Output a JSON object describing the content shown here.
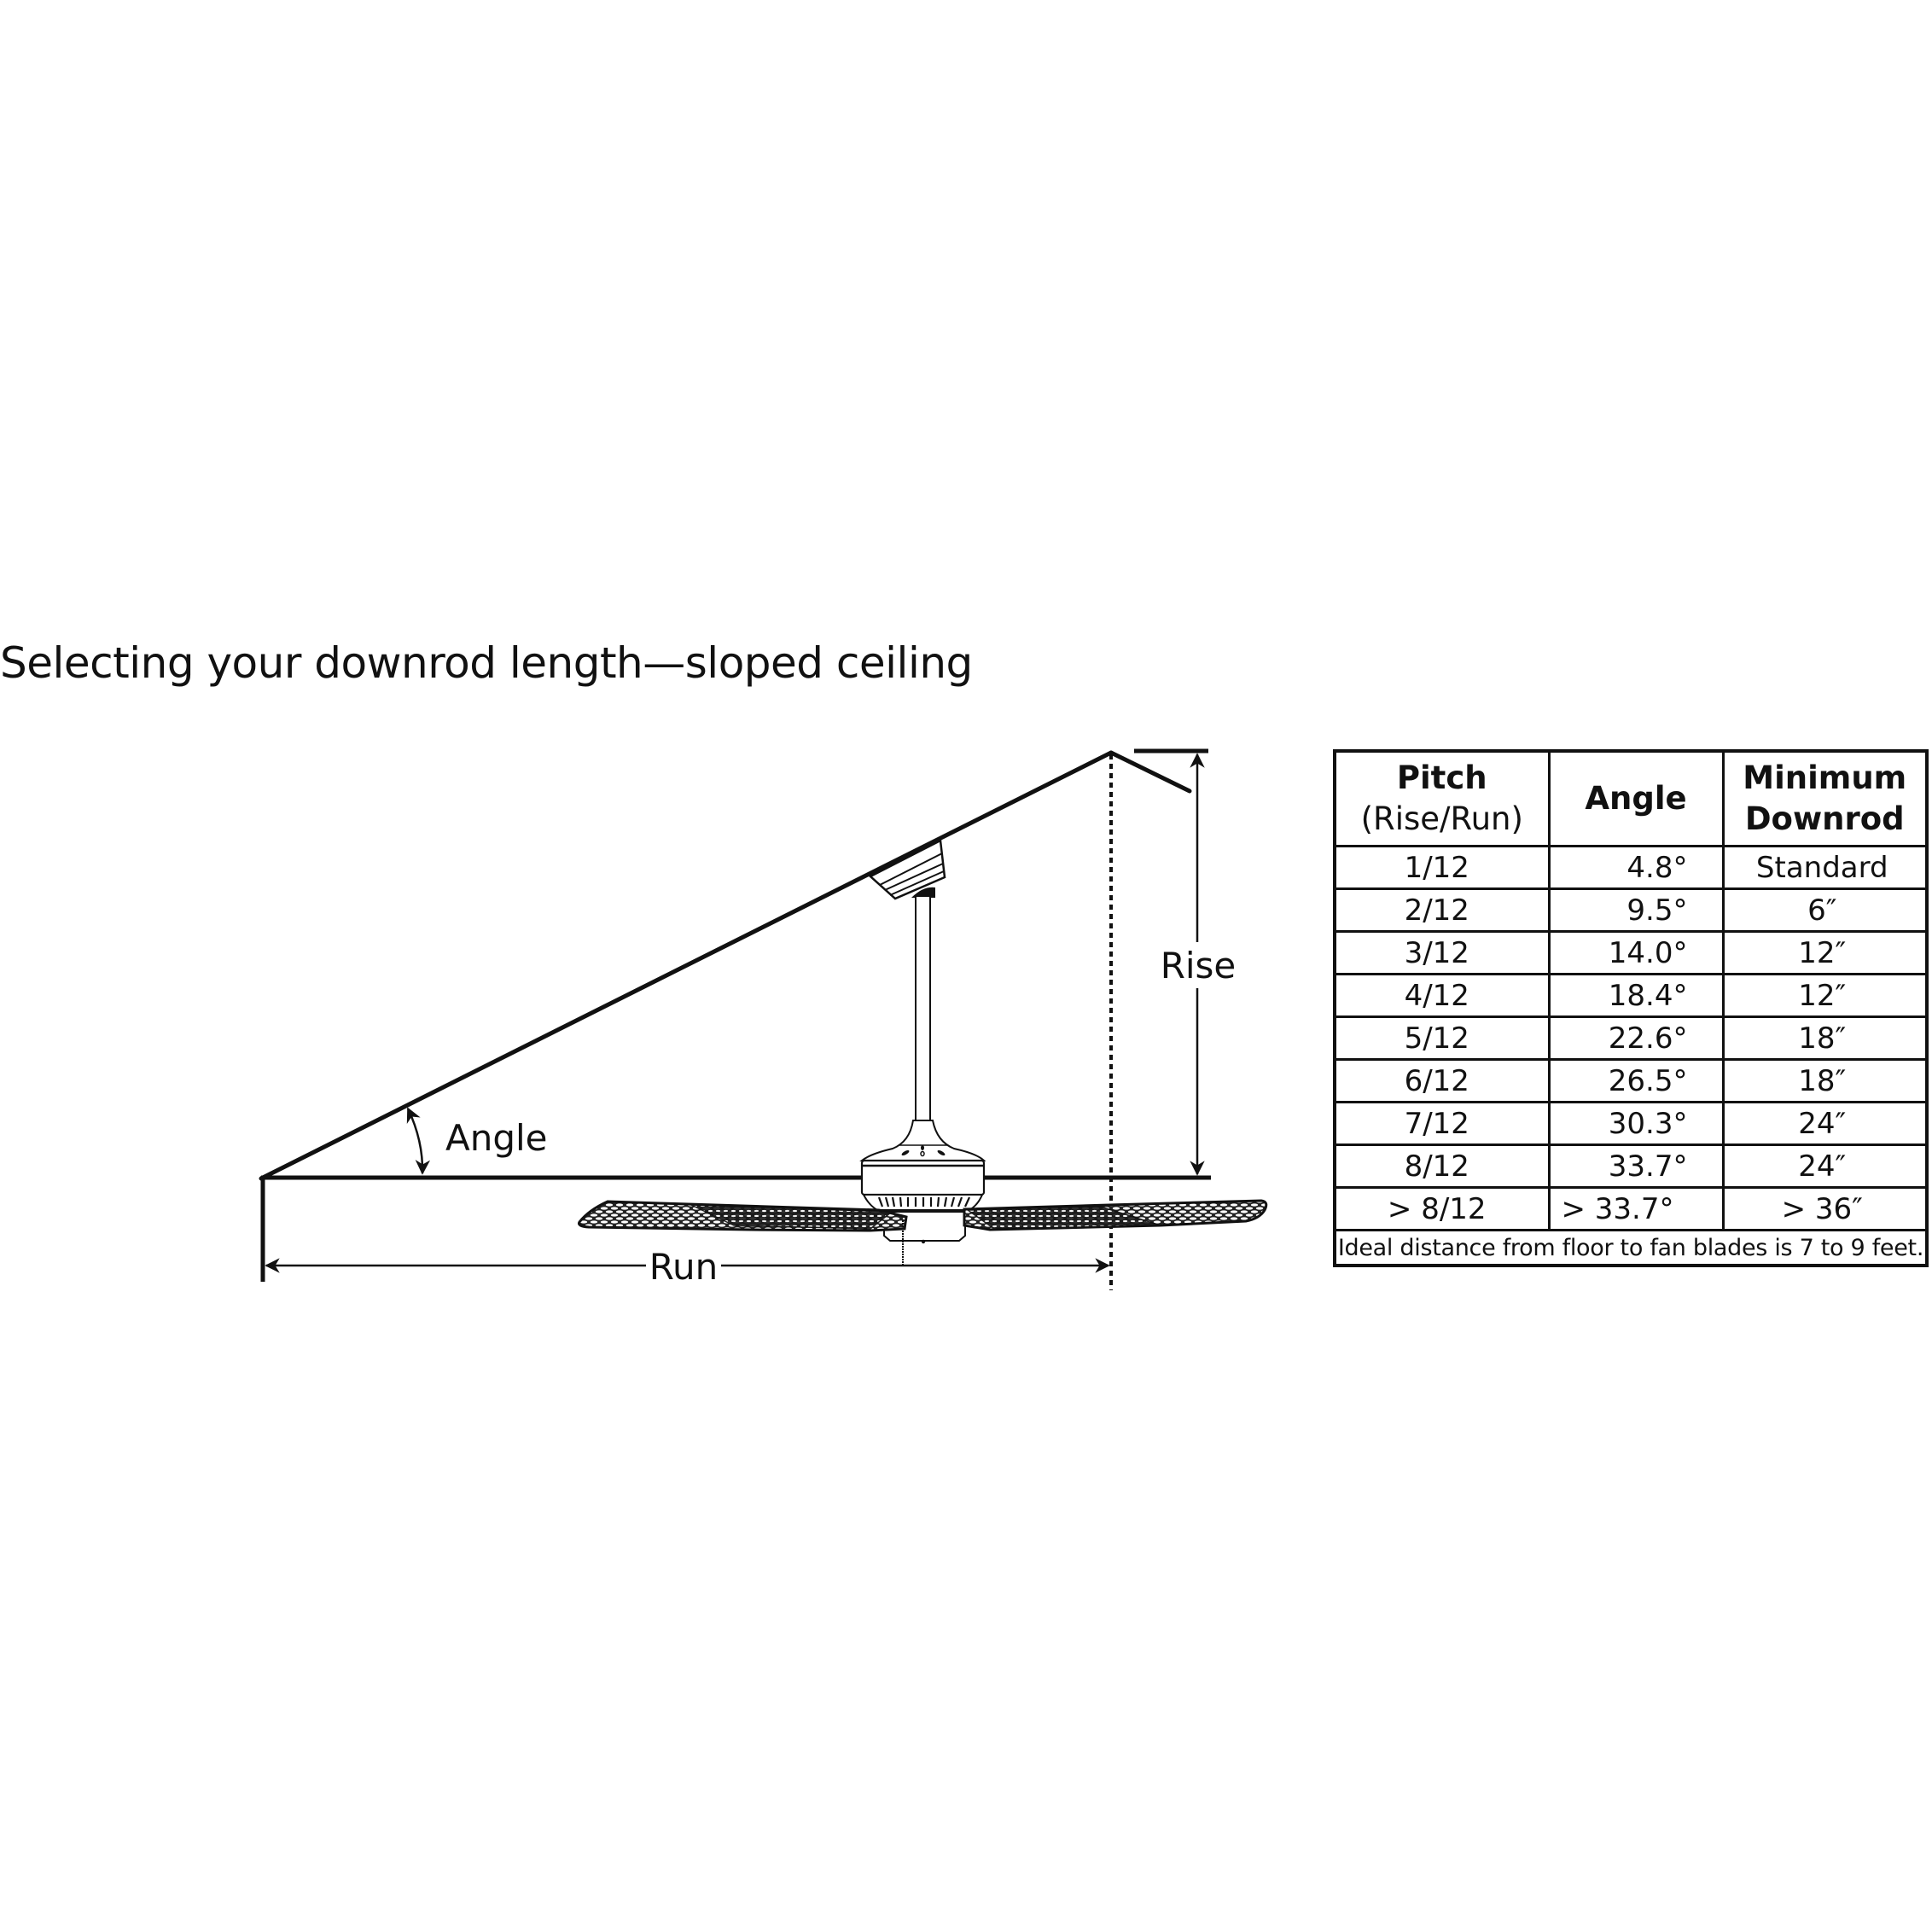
{
  "title": "Selecting your downrod length—sloped ceiling",
  "diagram": {
    "labels": {
      "angle": "Angle",
      "rise": "Rise",
      "run": "Run"
    },
    "colors": {
      "line": "#111111",
      "background": "#ffffff"
    },
    "illustration": "ceiling fan mounted on sloped ceiling with downrod"
  },
  "table": {
    "headers": {
      "pitch_line1": "Pitch",
      "pitch_line2": "(Rise/Run)",
      "angle": "Angle",
      "downrod_line1": "Minimum",
      "downrod_line2": "Downrod"
    },
    "rows": [
      {
        "pitch": "1/12",
        "angle": "4.8°",
        "downrod": "Standard"
      },
      {
        "pitch": "2/12",
        "angle": "9.5°",
        "downrod": "6″"
      },
      {
        "pitch": "3/12",
        "angle": "14.0°",
        "downrod": "12″"
      },
      {
        "pitch": "4/12",
        "angle": "18.4°",
        "downrod": "12″"
      },
      {
        "pitch": "5/12",
        "angle": "22.6°",
        "downrod": "18″"
      },
      {
        "pitch": "6/12",
        "angle": "26.5°",
        "downrod": "18″"
      },
      {
        "pitch": "7/12",
        "angle": "30.3°",
        "downrod": "24″"
      },
      {
        "pitch": "8/12",
        "angle": "33.7°",
        "downrod": "24″"
      },
      {
        "pitch": "> 8/12",
        "angle": "> 33.7°",
        "downrod": "> 36″"
      }
    ],
    "footnote": "Ideal distance from floor to fan blades is 7 to 9 feet."
  }
}
